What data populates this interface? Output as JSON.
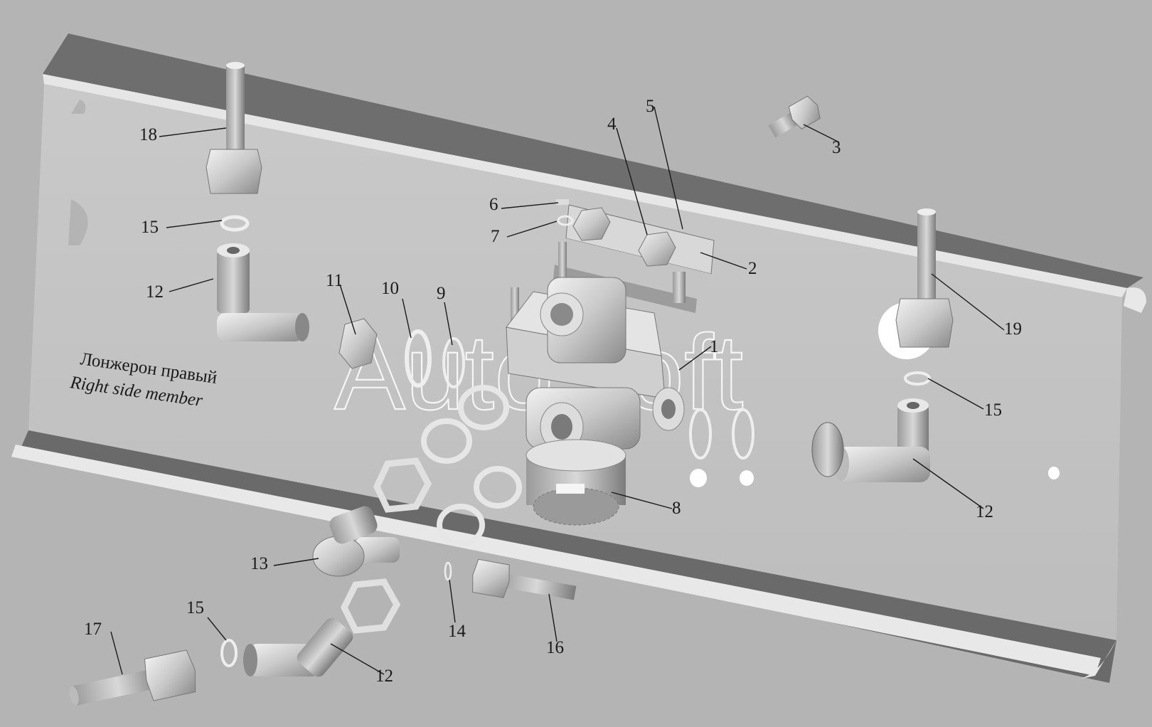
{
  "diagram": {
    "member_label_ru": "Лонжерон правый",
    "member_label_en": "Right side member",
    "watermark": "AutoSoft",
    "callouts": [
      {
        "id": "c1",
        "label": "1"
      },
      {
        "id": "c2",
        "label": "2"
      },
      {
        "id": "c3",
        "label": "3"
      },
      {
        "id": "c4",
        "label": "4"
      },
      {
        "id": "c5",
        "label": "5"
      },
      {
        "id": "c6",
        "label": "6"
      },
      {
        "id": "c7",
        "label": "7"
      },
      {
        "id": "c8",
        "label": "8"
      },
      {
        "id": "c9",
        "label": "9"
      },
      {
        "id": "c10",
        "label": "10"
      },
      {
        "id": "c11",
        "label": "11"
      },
      {
        "id": "c12a",
        "label": "12"
      },
      {
        "id": "c12b",
        "label": "12"
      },
      {
        "id": "c12c",
        "label": "12"
      },
      {
        "id": "c13",
        "label": "13"
      },
      {
        "id": "c14",
        "label": "14"
      },
      {
        "id": "c15a",
        "label": "15"
      },
      {
        "id": "c15b",
        "label": "15"
      },
      {
        "id": "c15c",
        "label": "15"
      },
      {
        "id": "c16",
        "label": "16"
      },
      {
        "id": "c17",
        "label": "17"
      },
      {
        "id": "c18",
        "label": "18"
      },
      {
        "id": "c19",
        "label": "19"
      }
    ]
  }
}
